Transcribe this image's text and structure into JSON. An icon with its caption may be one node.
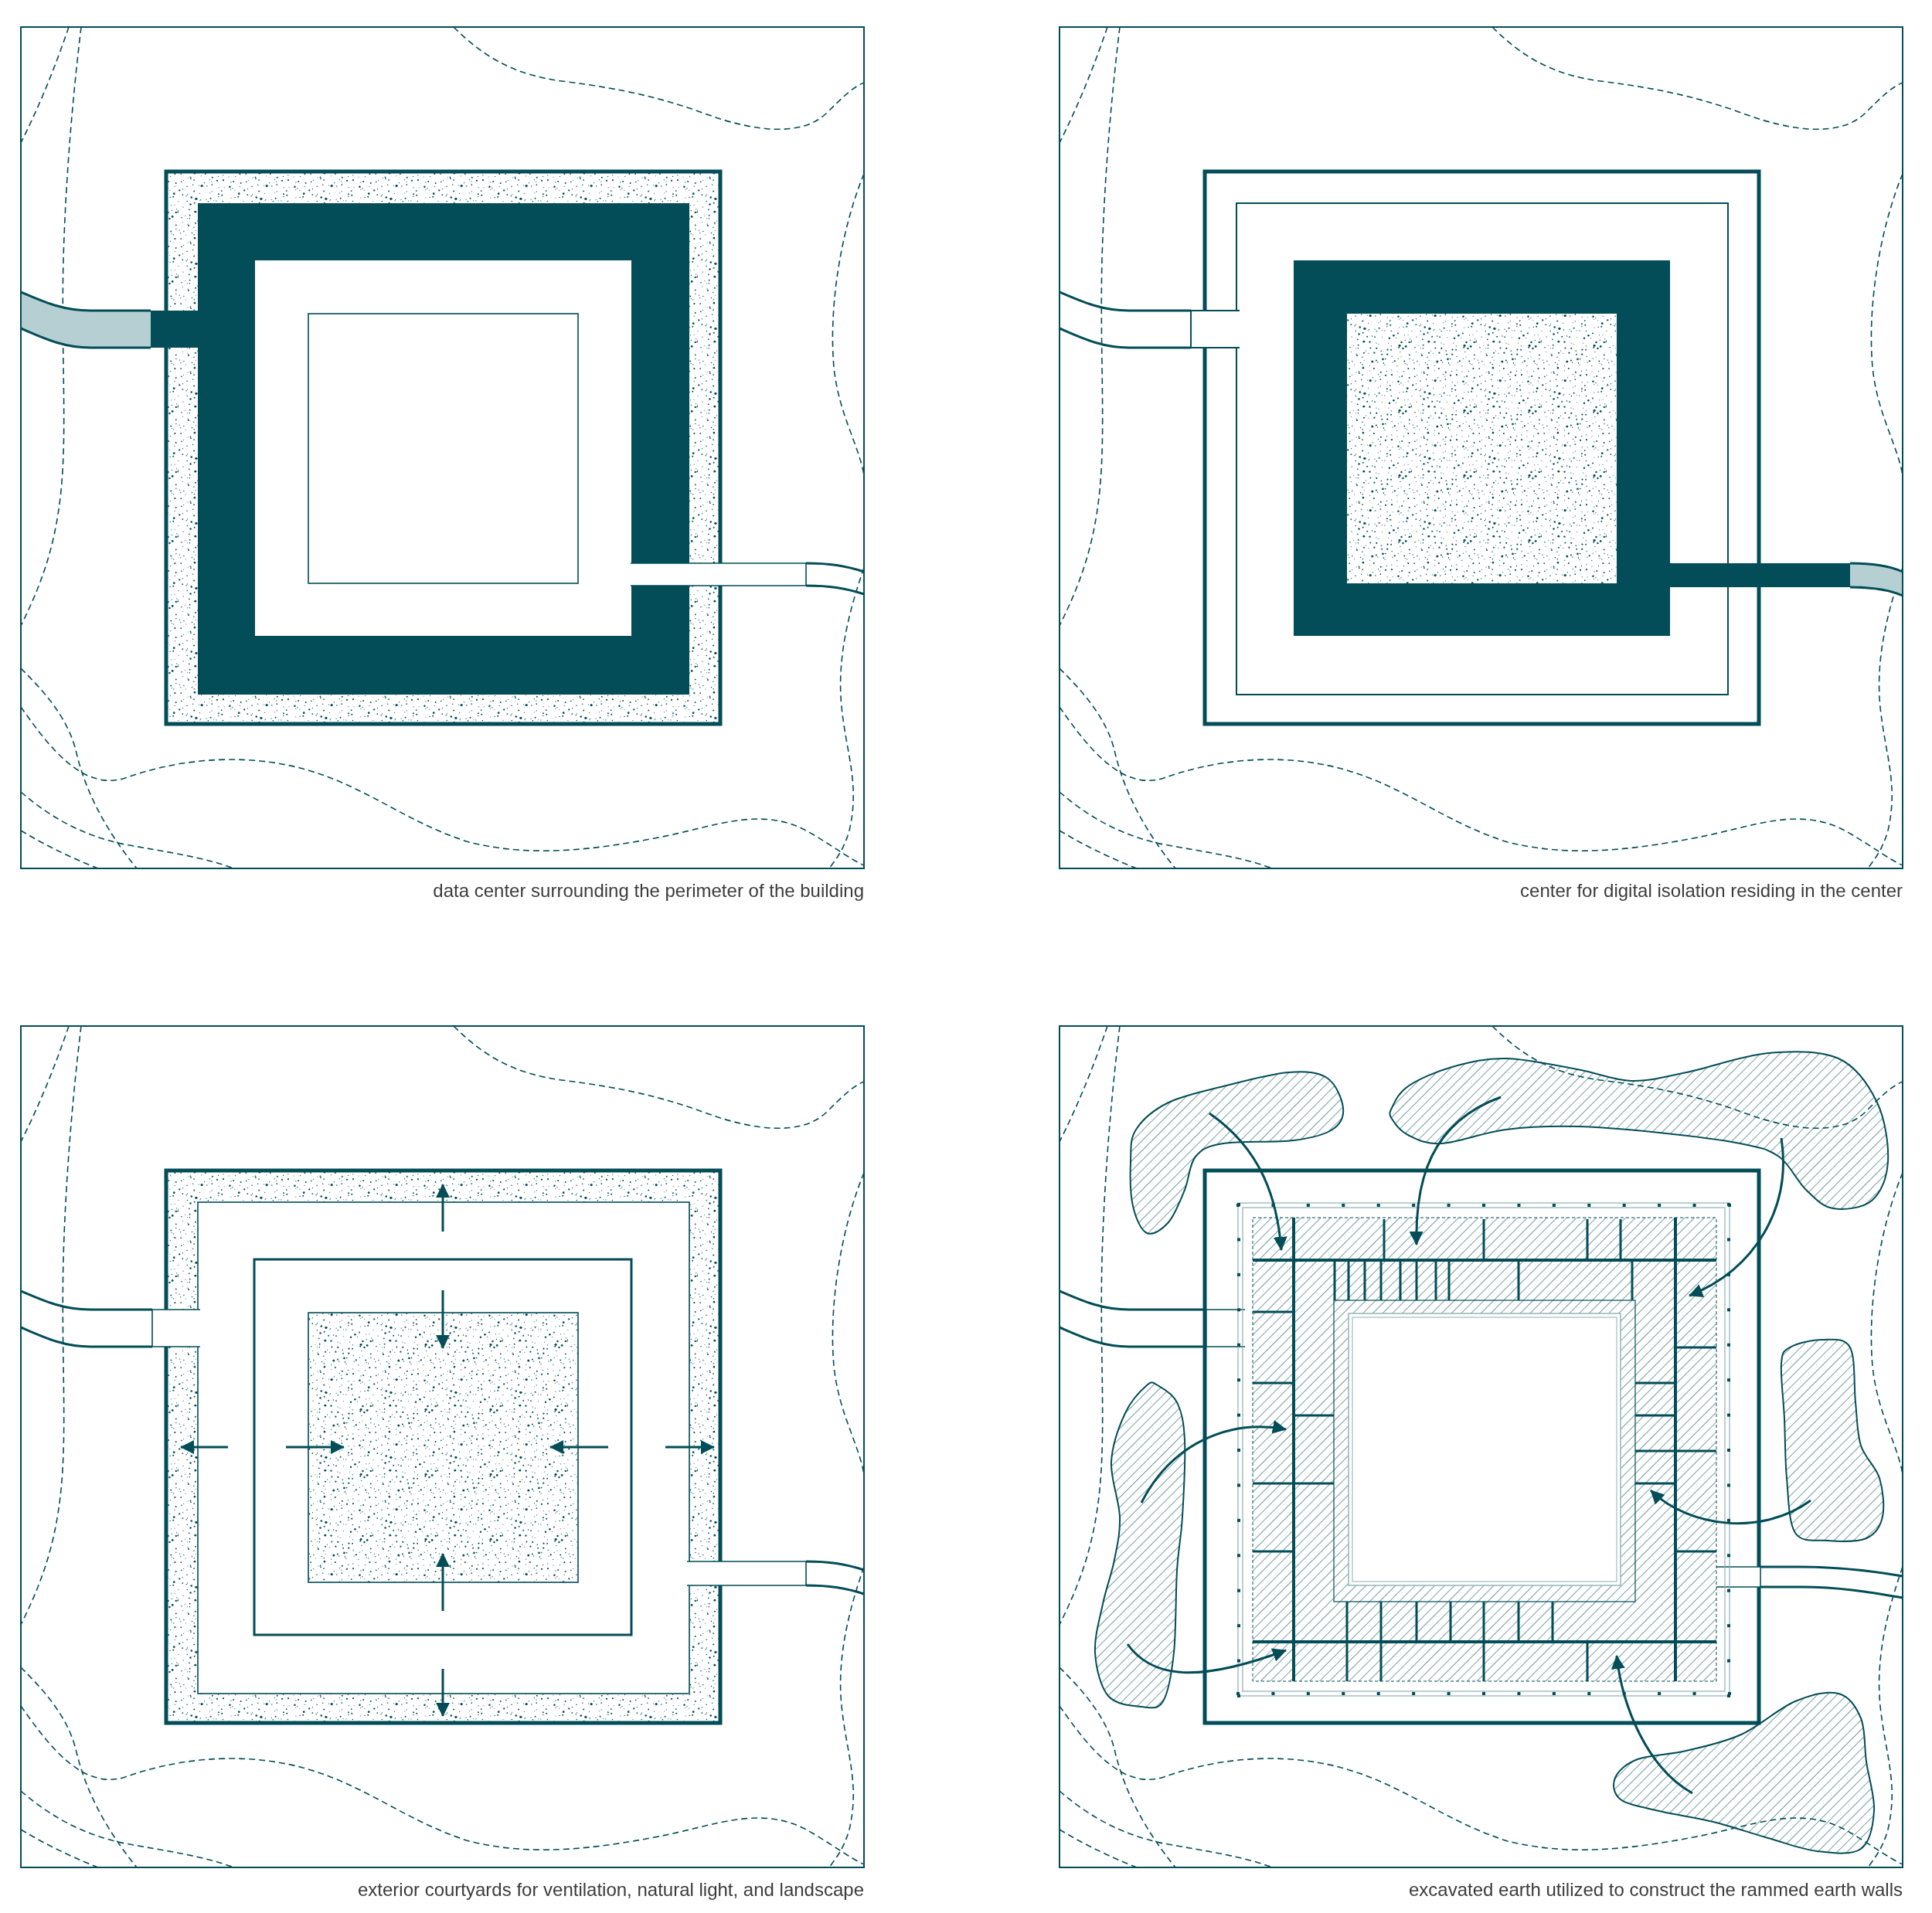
{
  "diagram": {
    "labels": [
      "data center surrounding the perimeter of the building",
      "center for digital isolation residing in the center",
      "exterior courtyards for ventilation, natural light, and landscape",
      "excavated earth utilized to construct the rammed earth walls"
    ]
  }
}
